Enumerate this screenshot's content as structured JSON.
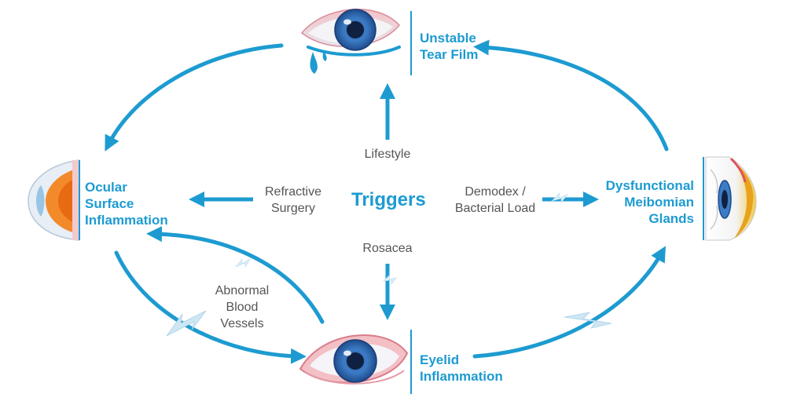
{
  "center_label": "Triggers",
  "nodes": {
    "tear_film": "Unstable\nTear Film",
    "meibomian": "Dysfunctional\nMeibomian\nGlands",
    "eyelid": "Eyelid\nInflammation",
    "ocular": "Ocular\nSurface\nInflammation"
  },
  "triggers": {
    "lifestyle": "Lifestyle",
    "refractive": "Refractive\nSurgery",
    "demodex": "Demodex /\nBacterial Load",
    "rosacea": "Rosacea",
    "blood_vessels": "Abnormal\nBlood\nVessels"
  },
  "colors": {
    "accent": "#1d9bd1",
    "text_gray": "#555555",
    "bolt": "#cfe6f3"
  },
  "icons": [
    "eye-icon",
    "eye-side-view-icon",
    "lightning-bolt-icon",
    "tear-drop-icon"
  ]
}
